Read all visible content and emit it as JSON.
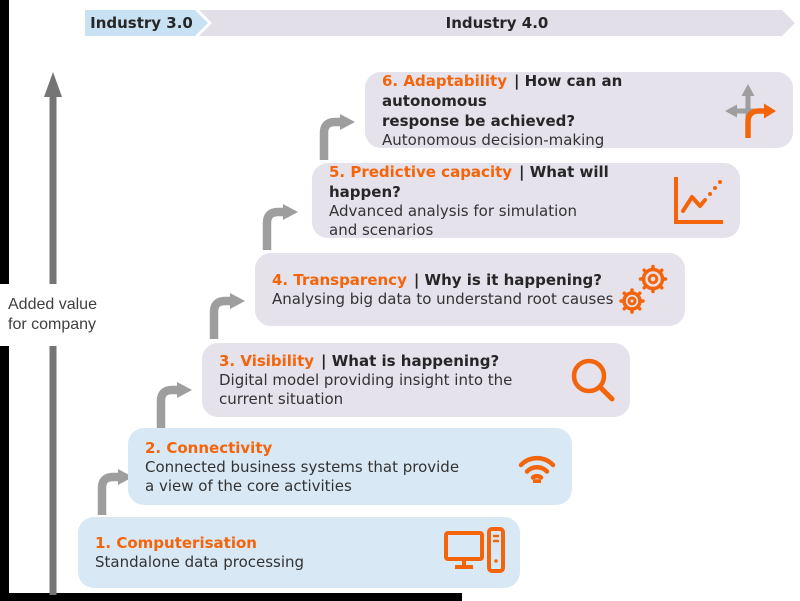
{
  "banner": {
    "industry3": "Industry 3.0",
    "industry4": "Industry 4.0"
  },
  "axis": {
    "label": "Added value\nfor company"
  },
  "steps": [
    {
      "title": "1. Computerisation",
      "question": "",
      "body": "Standalone data processing",
      "icon": "computer-icon",
      "group": "industry-3.0"
    },
    {
      "title": "2. Connectivity",
      "question": "",
      "body": "Connected business systems that provide\na view of the core activities",
      "icon": "wifi-icon",
      "group": "industry-3.0"
    },
    {
      "title": "3. Visibility",
      "question": "| What is happening?",
      "body": "Digital model providing insight into the\ncurrent situation",
      "icon": "magnifier-icon",
      "group": "industry-4.0"
    },
    {
      "title": "4. Transparency",
      "question": "| Why is it happening?",
      "body": "Analysing big data to understand root causes",
      "icon": "gears-icon",
      "group": "industry-4.0"
    },
    {
      "title": "5. Predictive capacity",
      "question": "| What will happen?",
      "body": "Advanced analysis for simulation\nand scenarios",
      "icon": "chart-icon",
      "group": "industry-4.0"
    },
    {
      "title": "6. Adaptability",
      "question": "| How can an autonomous\nresponse be achieved?",
      "body": "Autonomous decision-making",
      "icon": "branch-arrows-icon",
      "group": "industry-4.0"
    }
  ],
  "colors": {
    "orange": "#F4640A",
    "banner_blue": "#C9E2F3",
    "banner_lavender": "#E2DFE9",
    "box_blue": "#D8E8F5",
    "box_lavender": "#E5E2EB",
    "gray_connector": "#9E9E9E",
    "gray_axis": "#757575",
    "dark_text": "#262626",
    "body_text": "#333333",
    "label_text": "#3F3F3F",
    "frame_black": "#000000"
  }
}
